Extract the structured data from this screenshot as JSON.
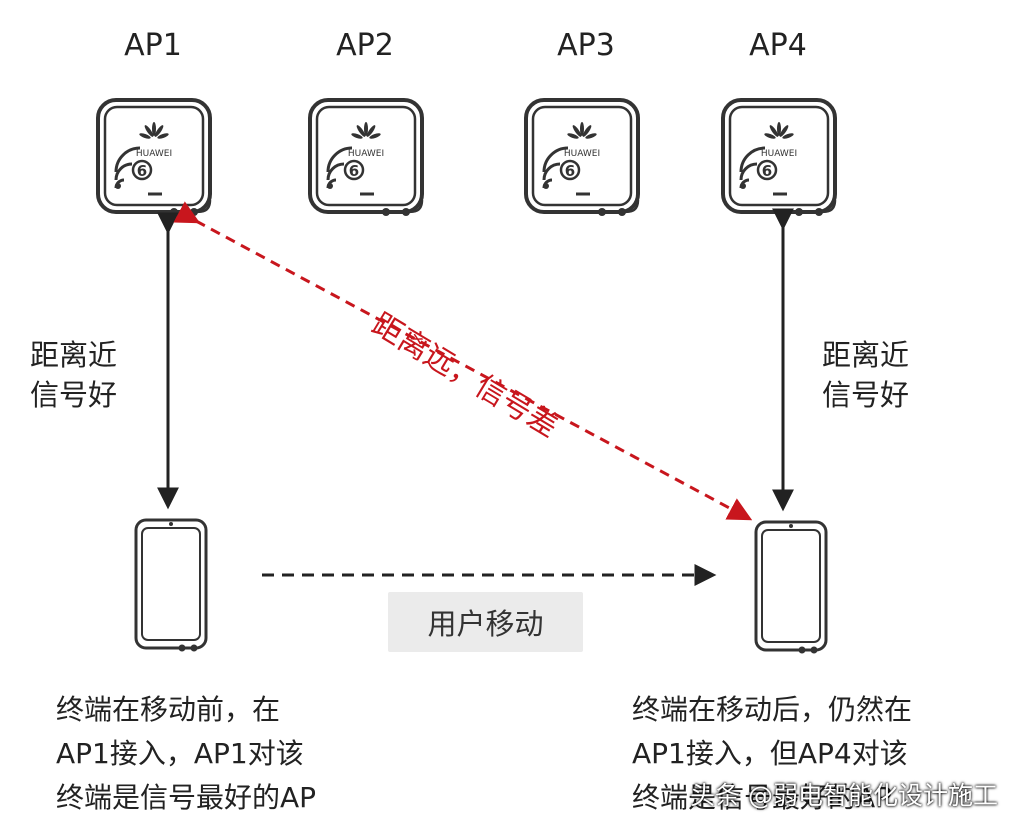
{
  "access_points": [
    {
      "label": "AP1",
      "brand": "HUAWEI",
      "badge": "6"
    },
    {
      "label": "AP2",
      "brand": "HUAWEI",
      "badge": "6"
    },
    {
      "label": "AP3",
      "brand": "HUAWEI",
      "badge": "6"
    },
    {
      "label": "AP4",
      "brand": "HUAWEI",
      "badge": "6"
    }
  ],
  "left_link_label": {
    "line1": "距离近",
    "line2": "信号好"
  },
  "right_link_label": {
    "line1": "距离近",
    "line2": "信号好"
  },
  "far_link_label": "距离远，信号差",
  "move_label": "用户移动",
  "left_caption": {
    "line1": "终端在移动前，在",
    "line2": "AP1接入，AP1对该",
    "line3": "终端是信号最好的AP"
  },
  "right_caption": {
    "line1": "终端在移动后，仍然在",
    "line2": "AP1接入，但AP4对该",
    "line3": "终端是信号最好的AP"
  },
  "watermark": "头条 @弱电智能化设计施工",
  "colors": {
    "line": "#222222",
    "bad_link": "#c8161d",
    "move_box": "#ebebeb"
  }
}
